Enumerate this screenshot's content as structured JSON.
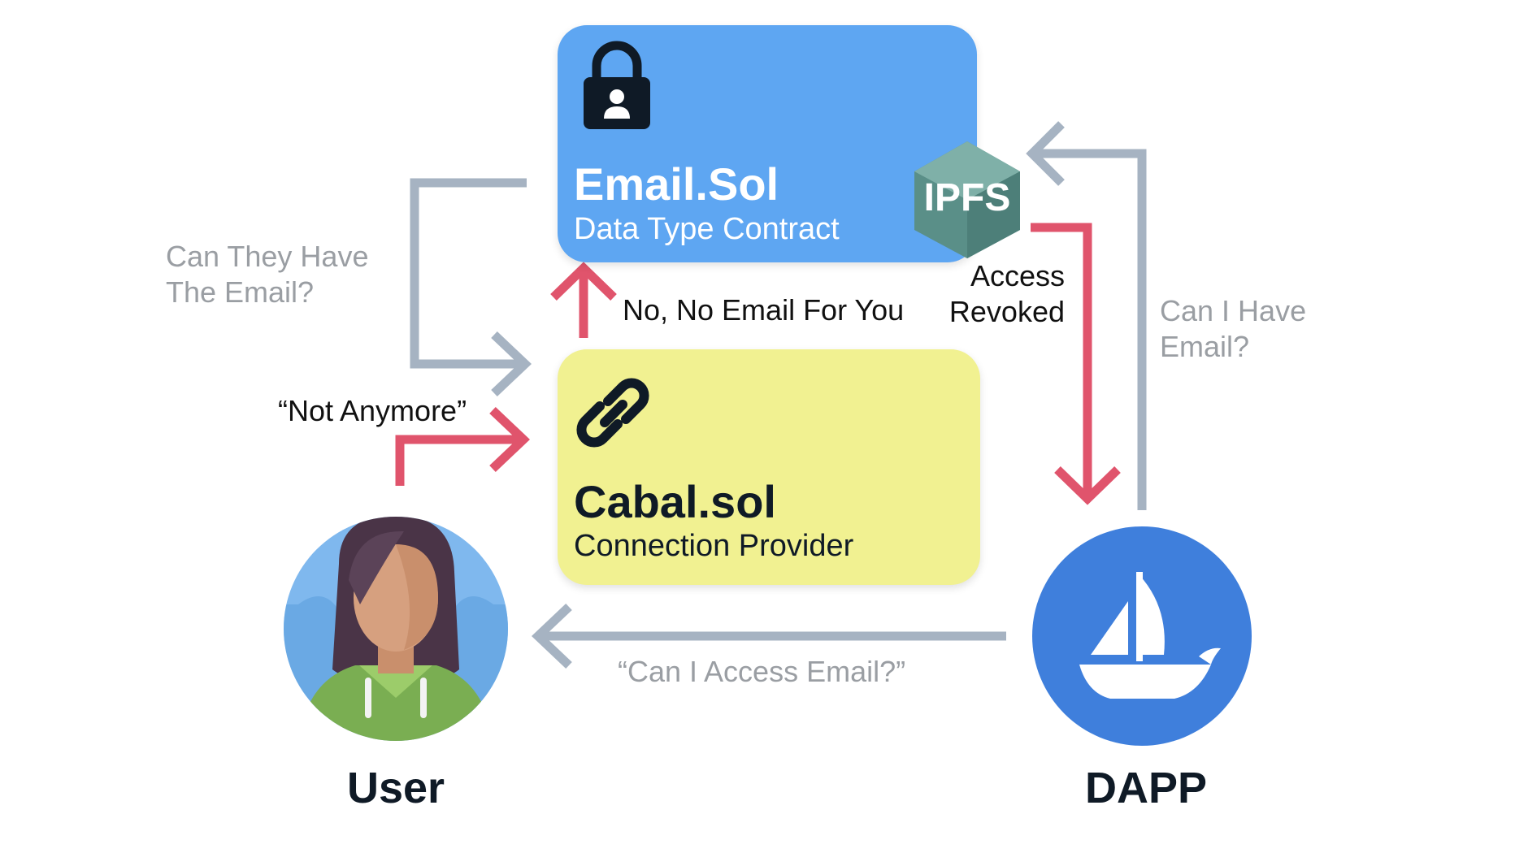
{
  "email_card": {
    "title": "Email.Sol",
    "subtitle": "Data Type Contract",
    "icon": "lock-user-icon",
    "color": "#5ea6f2"
  },
  "ipfs_badge": {
    "text": "IPFS",
    "color": "#5a8f88"
  },
  "cabal_card": {
    "title": "Cabal.sol",
    "subtitle": "Connection Provider",
    "icon": "chain-link-icon",
    "color": "#f1f191"
  },
  "labels": {
    "can_they_have": "Can They Have\nThe Email?",
    "no_email": "No, No Email For You",
    "access_revoked": "Access\nRevoked",
    "can_i_have": "Can I Have\nEmail?",
    "not_anymore": "“Not Anymore”",
    "can_i_access": "“Can I Access Email?”"
  },
  "actors": {
    "user": {
      "label": "User",
      "icon": "woman-avatar-icon"
    },
    "dapp": {
      "label": "DAPP",
      "icon": "sailboat-icon",
      "color": "#3f7fdc"
    }
  },
  "colors": {
    "grey_arrow": "#a6b3c2",
    "red_arrow": "#e0546c"
  }
}
